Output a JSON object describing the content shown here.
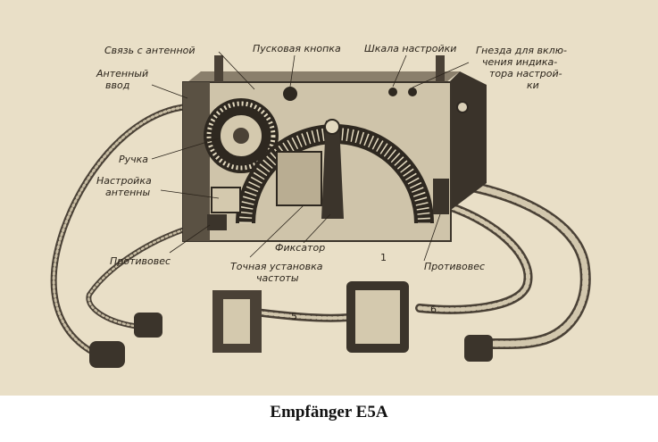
{
  "figure": {
    "labels": {
      "antenna_link": "Связь с антенной",
      "start_button": "Пусковая кнопка",
      "tuning_scale": "Шкала настройки",
      "indicator_sockets": [
        "Гнезда для вклю-",
        "чения индика-",
        "тора настрой-",
        "ки"
      ],
      "antenna_input": [
        "Антенный",
        "ввод"
      ],
      "handle": "Ручка",
      "antenna_tuning": [
        "Настройка",
        "антенны"
      ],
      "counterweight_left": "Противовес",
      "lock": "Фиксатор",
      "fine_freq": [
        "Точная установка",
        "частоты"
      ],
      "number_1": "1",
      "counterweight_right": "Противовес",
      "number_5": "5",
      "number_6": "6"
    }
  },
  "caption": "Empfänger E5A"
}
